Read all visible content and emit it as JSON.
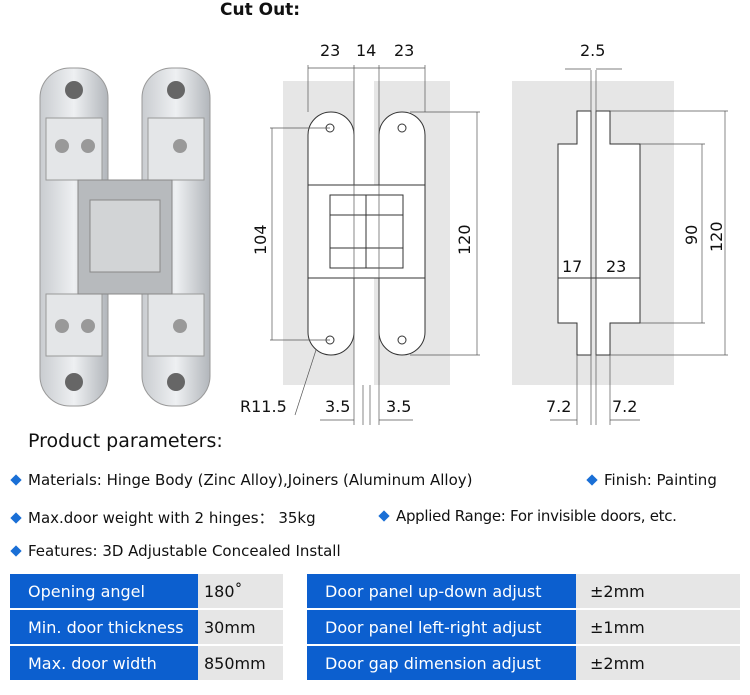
{
  "cutout": {
    "title": "Cut Out:"
  },
  "front_dims": {
    "w_left": "23",
    "w_mid": "14",
    "w_right": "23",
    "h_holes": "104",
    "h_total": "120",
    "radius": "R11.5",
    "gap_left": "3.5",
    "gap_right": "3.5"
  },
  "side_dims": {
    "top": "2.5",
    "depth_left": "17",
    "depth_right": "23",
    "h_inner": "90",
    "h_total": "120",
    "bot_left": "7.2",
    "bot_right": "7.2"
  },
  "params": {
    "title": "Product parameters:",
    "materials": "Materials: Hinge Body (Zinc Alloy),Joiners (Aluminum Alloy)",
    "finish": "Finish: Painting",
    "weight": "Max.door weight with 2 hinges： 35kg",
    "range": "Applied Range: For  invisible doors, etc.",
    "features": "Features: 3D Adjustable Concealed Install"
  },
  "table_left": [
    {
      "label": "Opening angel",
      "value": "180˚"
    },
    {
      "label": "Min. door thickness",
      "value": "30mm"
    },
    {
      "label": "Max. door width",
      "value": "850mm"
    }
  ],
  "table_right": [
    {
      "label": "Door panel up-down adjust",
      "value": "±2mm"
    },
    {
      "label": "Door panel left-right adjust",
      "value": "±1mm"
    },
    {
      "label": "Door gap dimension adjust",
      "value": "±2mm"
    }
  ],
  "colors": {
    "accent": "#0c5fcf",
    "value_bg": "#e6e6e6",
    "diamond": "#1a6fd6"
  }
}
